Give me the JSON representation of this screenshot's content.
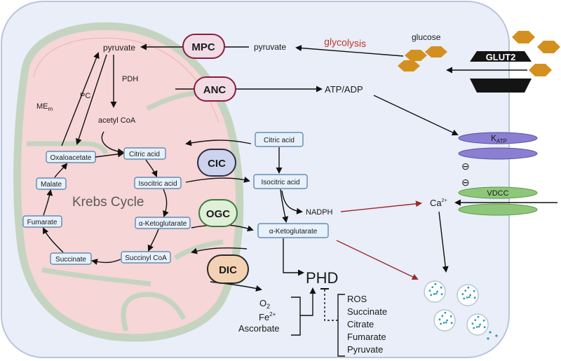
{
  "molecules": {
    "pyruvate_mito": "pyruvate",
    "pyruvate_cyto": "pyruvate",
    "glucose": "glucose",
    "glycolysis": "glycolysis",
    "atp_adp": "ATP/ADP",
    "pdh": "PDH",
    "pc": "PC",
    "me_main": "ME",
    "me_sub": "m",
    "acetyl_coa": "acetyl CoA",
    "nadph": "NADPH",
    "ca_main": "Ca",
    "ca_sup": "2+",
    "phd": "PHD",
    "o2_main": "O",
    "o2_sub": "2",
    "fe_main": "Fe",
    "fe_sup": "2+",
    "ascorbate": "Ascorbate",
    "krebs_cycle": "Krebs Cycle"
  },
  "transporters": {
    "mpc": "MPC",
    "anc": "ANC",
    "cic": "CIC",
    "ogc": "OGC",
    "dic": "DIC",
    "glut2": "GLUT2",
    "katp_main": "K",
    "katp_sub": "ATP",
    "vdcc": "VDCC",
    "inhibit_1": "⊖",
    "inhibit_2": "⊖"
  },
  "krebs_boxes": {
    "oxaloacetate": "Oxaloacetate",
    "citric": "Citric acid",
    "isocitric": "Isocitric acid",
    "akg": "α-Ketoglutarate",
    "succinyl": "Succinyl CoA",
    "succinate": "Succinate",
    "fumarate": "Fumarate",
    "malate": "Malate"
  },
  "cyto_boxes": {
    "citric": "Citric acid",
    "isocitric": "Isocitric acid",
    "akg": "α-Ketoglutarate"
  },
  "inhibitors": [
    "ROS",
    "Succinate",
    "Citrate",
    "Fumarate",
    "Pyruvate"
  ],
  "colors": {
    "cell_fill": "#e9eef8",
    "cell_stroke": "#b9c5d9",
    "mito_fill": "#f6d6d7",
    "mito_stroke": "#c5d4c0",
    "box_fill": "#e7f1fb",
    "box_stroke": "#4a7ba8",
    "glycolysis": "#c0392b",
    "red_arrow": "#9b2a2a",
    "glucose": "#d4901f",
    "katp": "#8a7fd1",
    "vdcc": "#8ec77a",
    "vesicle_dot": "#2c9bb3"
  }
}
